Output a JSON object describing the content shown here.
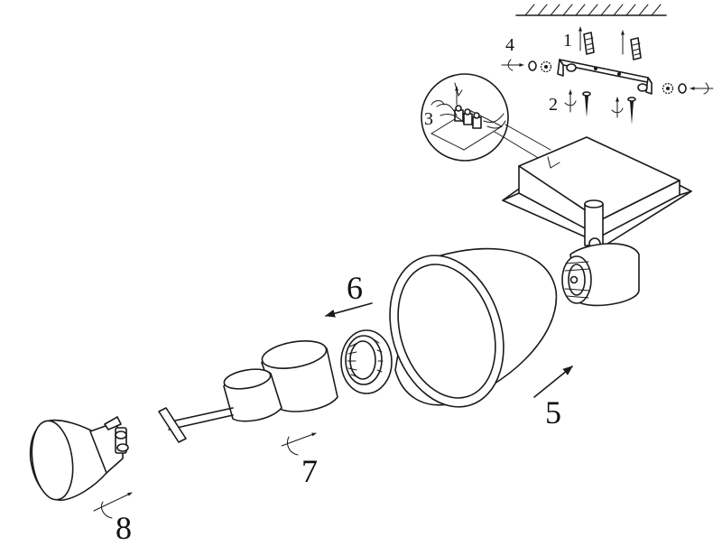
{
  "diagram": {
    "step_labels": {
      "step1": "1",
      "step2": "2",
      "step3": "3",
      "step4": "4",
      "step5": "5",
      "step6": "6",
      "step7": "7",
      "step8": "8"
    }
  },
  "colors": {
    "line": "#1a1a1a",
    "background": "#ffffff"
  },
  "icons": [
    "ceiling-hatch-icon",
    "rotate-arrow-icon",
    "direction-arrow-icon"
  ]
}
